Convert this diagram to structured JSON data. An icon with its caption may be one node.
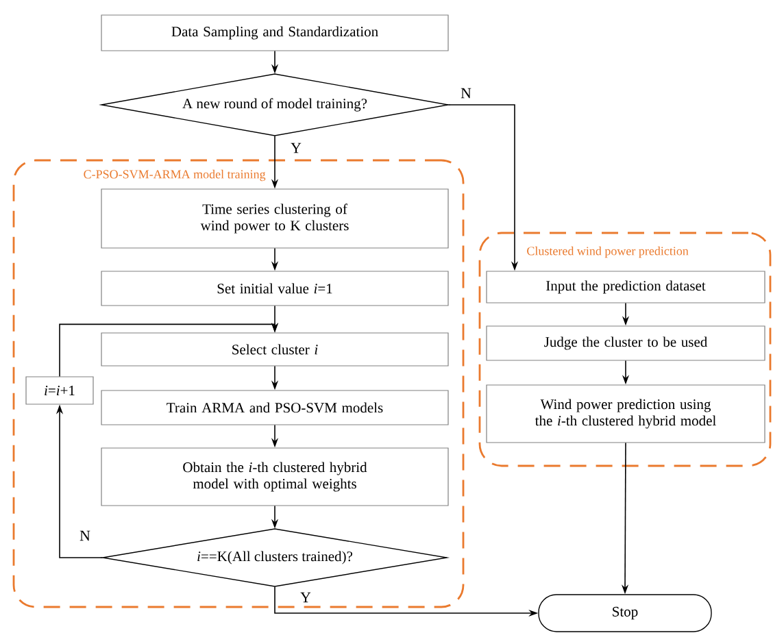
{
  "diagram": {
    "nodes": [
      {
        "text": [
          "Data Sampling and Standardization"
        ]
      },
      {
        "text": [
          "A new round of model training?"
        ]
      },
      {
        "text": [
          "C-PSO-SVM-ARMA model training"
        ]
      },
      {
        "text": [
          "Time series clustering of wind power to K clusters"
        ],
        "in": 2
      },
      {
        "text": [
          "Set initial value *i*=1"
        ],
        "in": 2
      },
      {
        "text": [
          "Select cluster *i*"
        ],
        "in": 2
      },
      {
        "text": [
          "*i*=*i*+1"
        ],
        "in": 2
      },
      {
        "text": [
          "Train ARMA and PSO-SVM models"
        ],
        "in": 2
      },
      {
        "text": [
          "Obtain the *i*-th clustered hybrid model with optimal weights"
        ],
        "in": 2
      },
      {
        "text": [
          "*i*==K(All clusters trained)?"
        ],
        "in": 2
      },
      {
        "text": [
          "Clustered wind power prediction"
        ]
      },
      {
        "text": [
          "Input the prediction dataset"
        ],
        "in": 10
      },
      {
        "text": [
          "Judge the cluster to be used"
        ],
        "in": 10
      },
      {
        "text": [
          "Wind power prediction using the *i*-th clustered hybrid model"
        ],
        "in": 10
      },
      {
        "text": [
          "Stop"
        ]
      }
    ],
    "edges": [
      {
        "from": 0,
        "to": 1,
        "arrow": "to"
      },
      {
        "from": 1,
        "to": 3,
        "arrow": "to",
        "label": "Y"
      },
      {
        "from": 1,
        "to": 11,
        "arrow": "to",
        "label": "N"
      },
      {
        "from": 3,
        "to": 4,
        "arrow": "to"
      },
      {
        "from": 4,
        "to": 5,
        "arrow": "to"
      },
      {
        "from": 5,
        "to": 7,
        "arrow": "to"
      },
      {
        "from": 7,
        "to": 8,
        "arrow": "to"
      },
      {
        "from": 8,
        "to": 9,
        "arrow": "to"
      },
      {
        "from": 9,
        "to": 6,
        "arrow": "to",
        "label": "N"
      },
      {
        "from": 6,
        "to": 5,
        "arrow": "to"
      },
      {
        "from": 9,
        "to": 14,
        "arrow": "to",
        "label": "Y"
      },
      {
        "from": 11,
        "to": 12,
        "arrow": "to"
      },
      {
        "from": 12,
        "to": 13,
        "arrow": "to"
      },
      {
        "from": 13,
        "to": 14,
        "arrow": "to"
      }
    ]
  }
}
